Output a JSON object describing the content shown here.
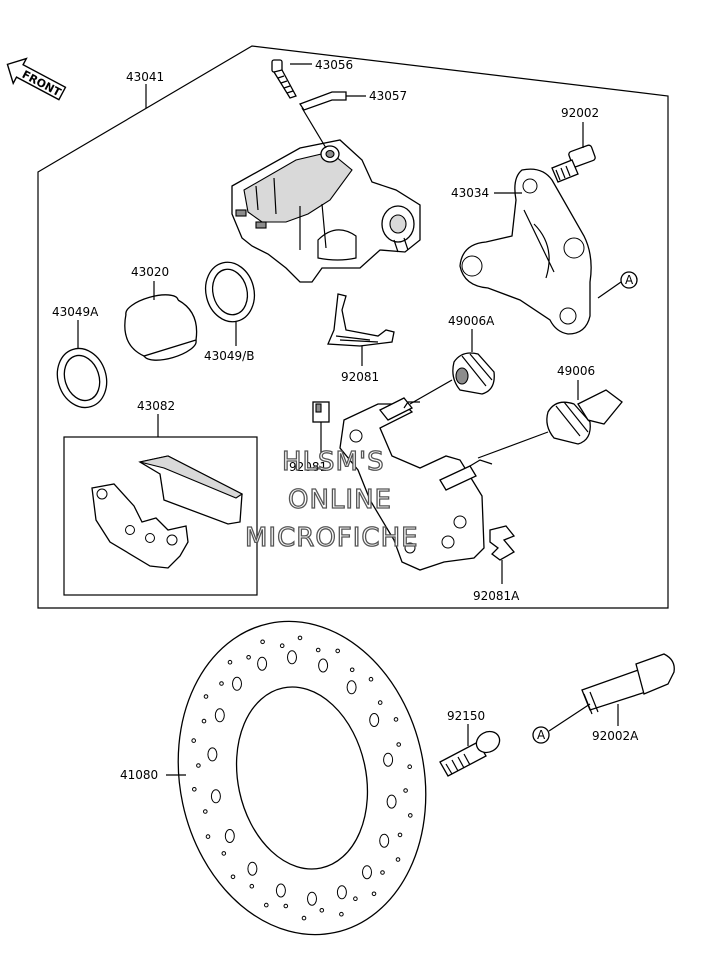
{
  "front_badge": "FRONT",
  "watermark": {
    "line1": "HLSM'S",
    "line2": "ONLINE",
    "line3": "MICROFICHE"
  },
  "parts": {
    "p43041": "43041",
    "p43056": "43056",
    "p43057": "43057",
    "p92002": "92002",
    "p43034": "43034",
    "pA1": "A",
    "p43020": "43020",
    "p43049A": "43049A",
    "p43049B": "43049/B",
    "p92081": "92081",
    "p49006A": "49006A",
    "p49006": "49006",
    "p43082": "43082",
    "p92081_overlap": "92081",
    "p92081A": "92081A",
    "p92150": "92150",
    "p92002A": "92002A",
    "pA2": "A",
    "p41080": "41080"
  }
}
